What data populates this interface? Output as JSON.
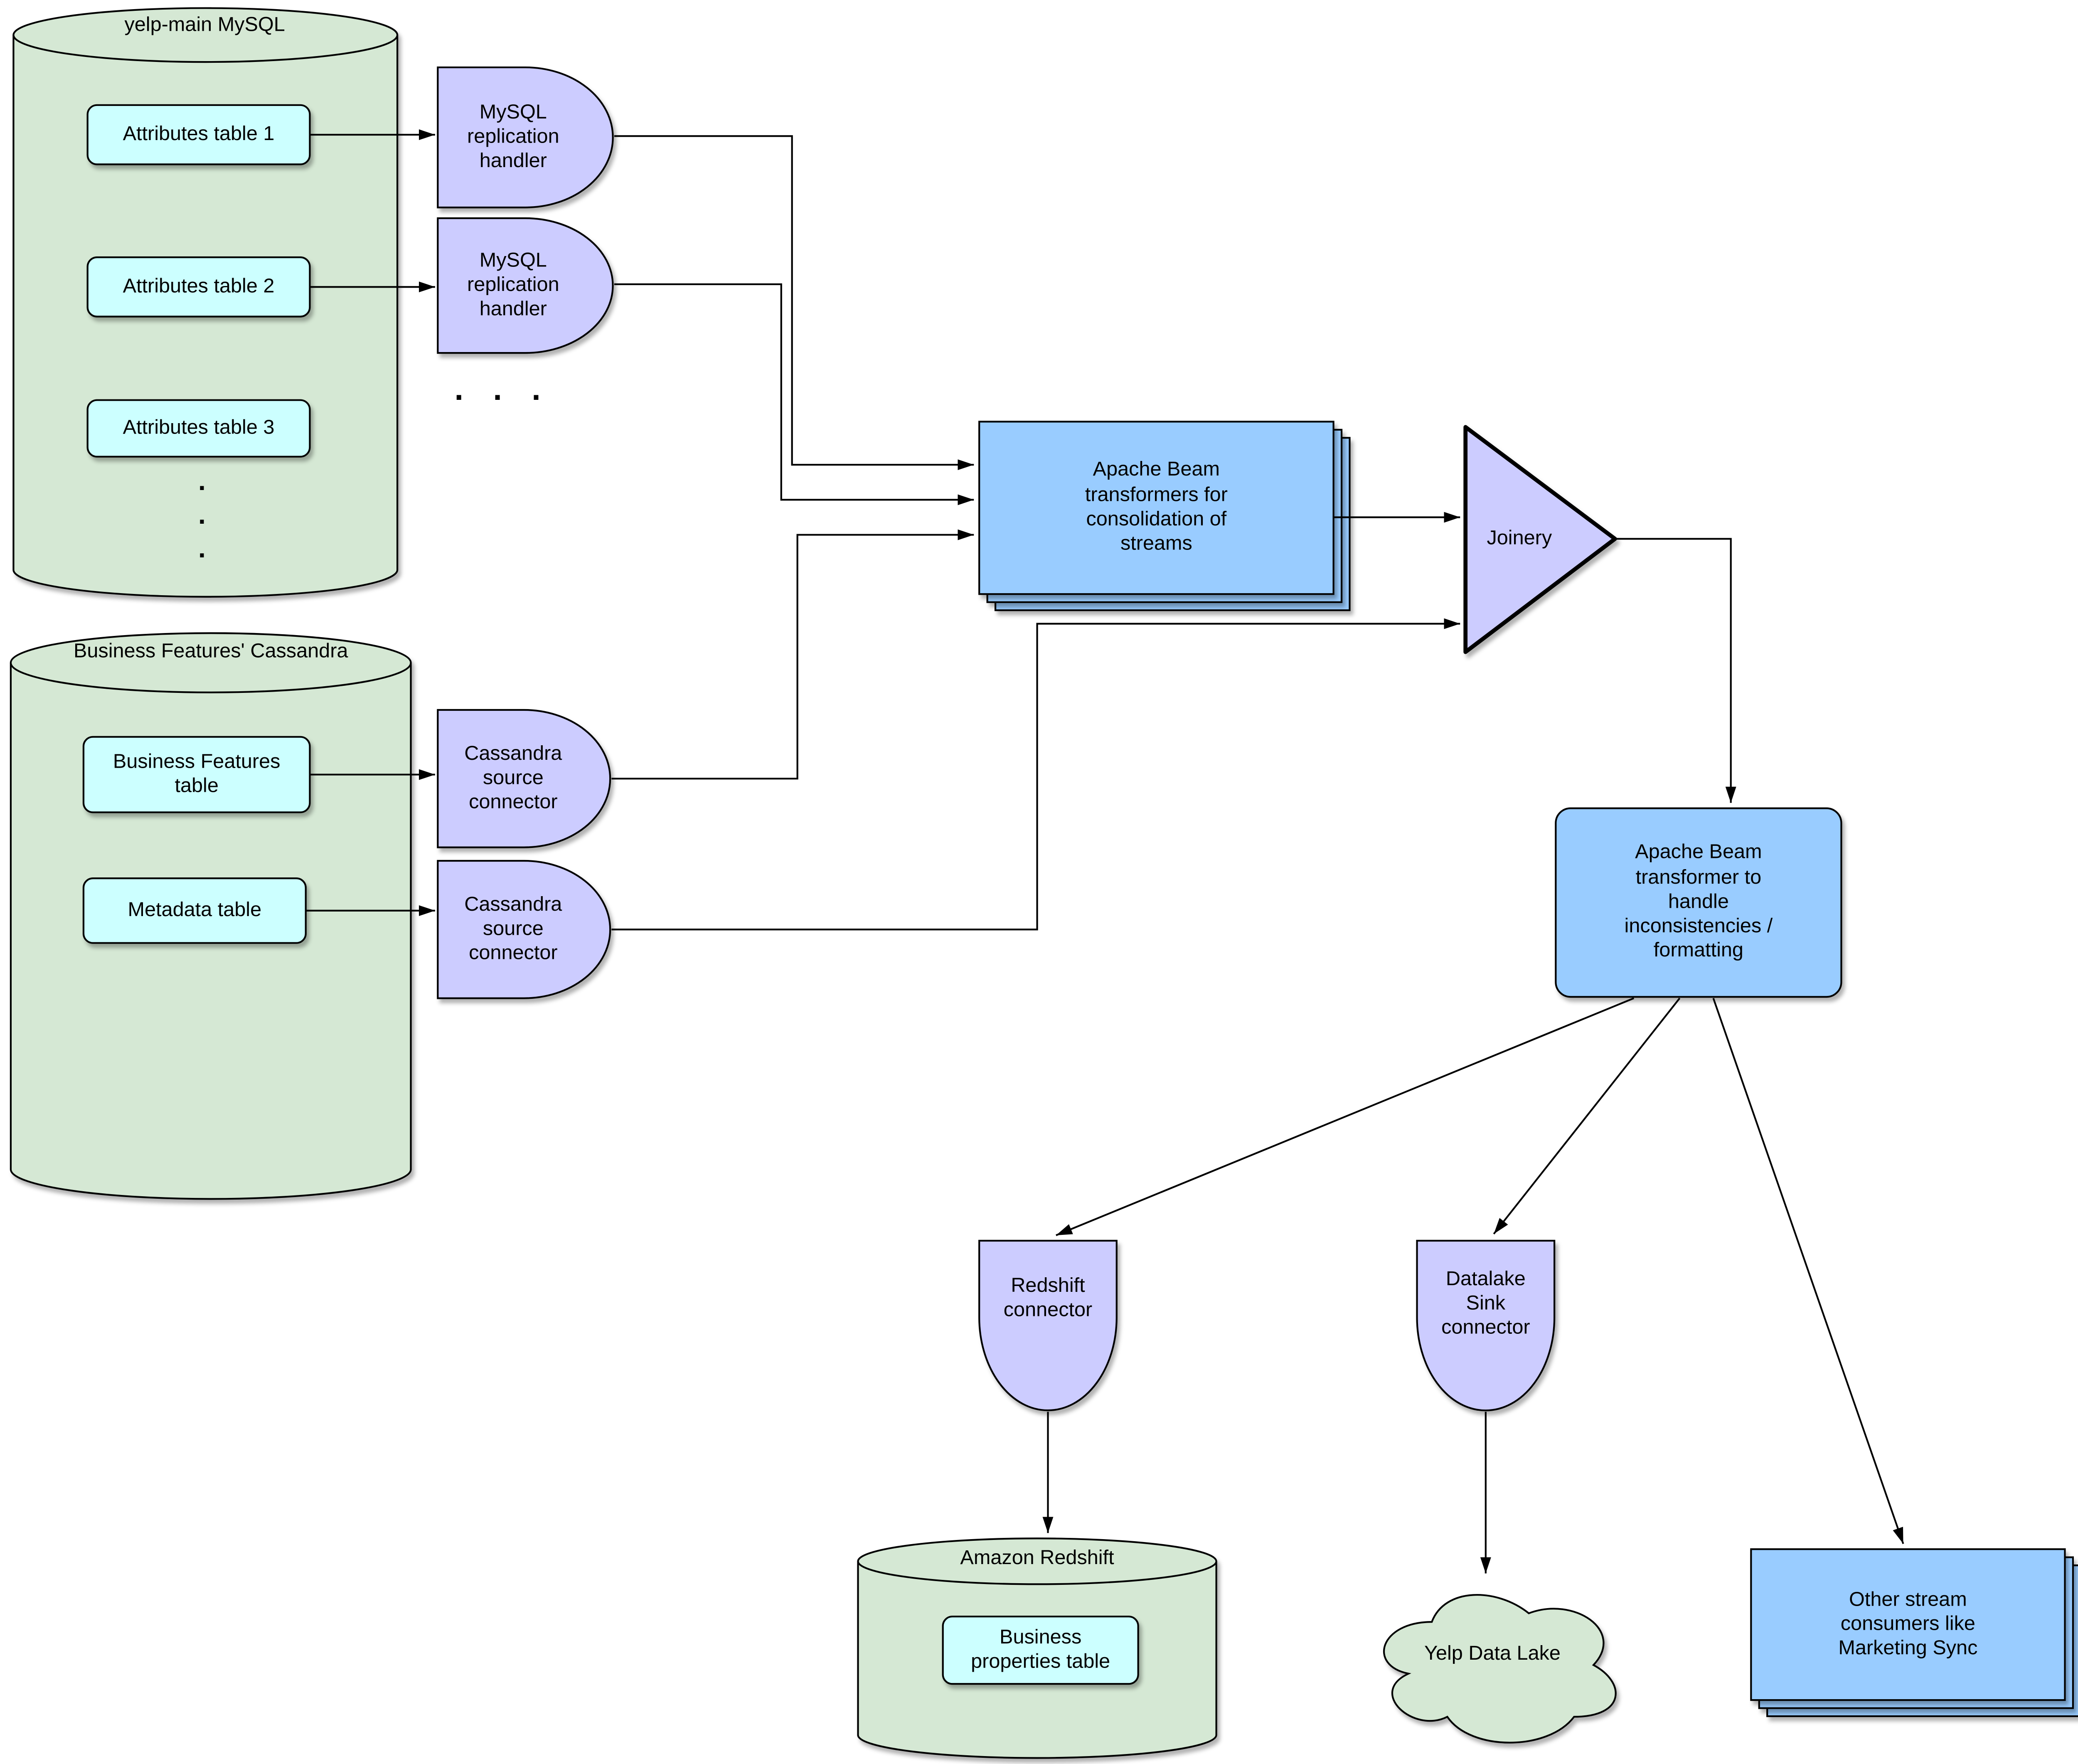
{
  "colors": {
    "db_fill": "#d5e8d4",
    "table_fill": "#ccffff",
    "connector_fill": "#ccccff",
    "process_fill": "#99ccff",
    "stroke": "#000000",
    "background": "#ffffff"
  },
  "nodes": {
    "mysql_db_title": "yelp-main MySQL",
    "attributes_tables": [
      "Attributes table 1",
      "Attributes table 2",
      "Attributes table 3"
    ],
    "mysql_tables_ellipsis": "·\n·\n·",
    "mysql_handler_1": "MySQL replication handler",
    "mysql_handler_2": "MySQL replication handler",
    "handlers_ellipsis": "·  ·  ·",
    "cassandra_db_title": "Business Features' Cassandra",
    "business_features_table": "Business Features table",
    "metadata_table": "Metadata table",
    "cassandra_connector_1": "Cassandra source connector",
    "cassandra_connector_2": "Cassandra source connector",
    "beam_consolidation": "Apache Beam transformers for consolidation of streams",
    "joinery": "Joinery",
    "beam_formatting": "Apache Beam transformer to handle inconsistencies / formatting",
    "redshift_connector": "Redshift connector",
    "datalake_sink_connector": "Datalake Sink connector",
    "amazon_redshift_title": "Amazon Redshift",
    "business_properties_table": "Business properties table",
    "yelp_data_lake": "Yelp Data Lake",
    "other_consumers": "Other stream consumers like Marketing Sync"
  }
}
